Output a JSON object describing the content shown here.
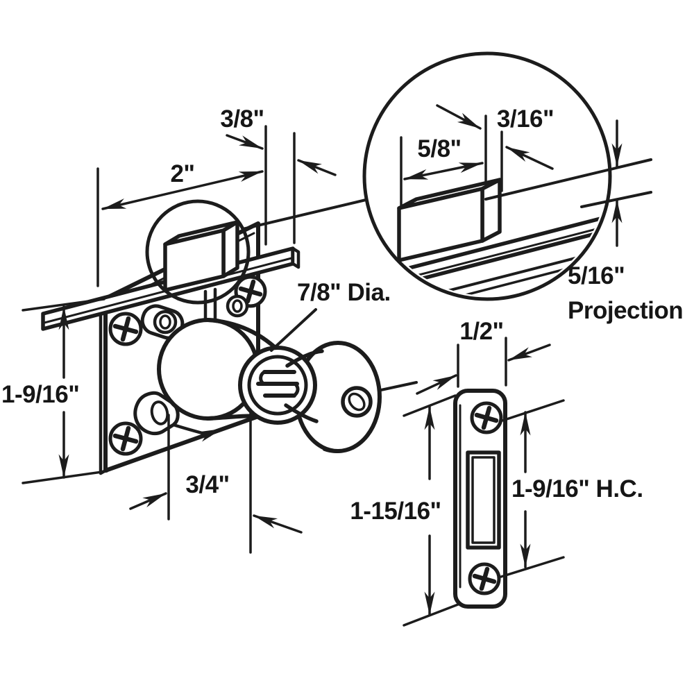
{
  "figure": {
    "type": "technical-dimension-diagram",
    "subject": "drawer lock with bolt detail and strike plate",
    "line_color": "#1c1c1c",
    "background_color": "#ffffff"
  },
  "labels": {
    "offset_3_8": "3/8\"",
    "width_2": "2\"",
    "bolt_5_8": "5/8\"",
    "bolt_3_16": "3/16\"",
    "projection_value": "5/16\"",
    "projection_word": "Projection",
    "cylinder_dia": "7/8\" Dia.",
    "body_height": "1-9/16\"",
    "backset_3_4": "3/4\"",
    "strike_width": "1/2\"",
    "strike_height": "1-15/16\"",
    "hole_centers": "1-9/16\" H.C."
  }
}
